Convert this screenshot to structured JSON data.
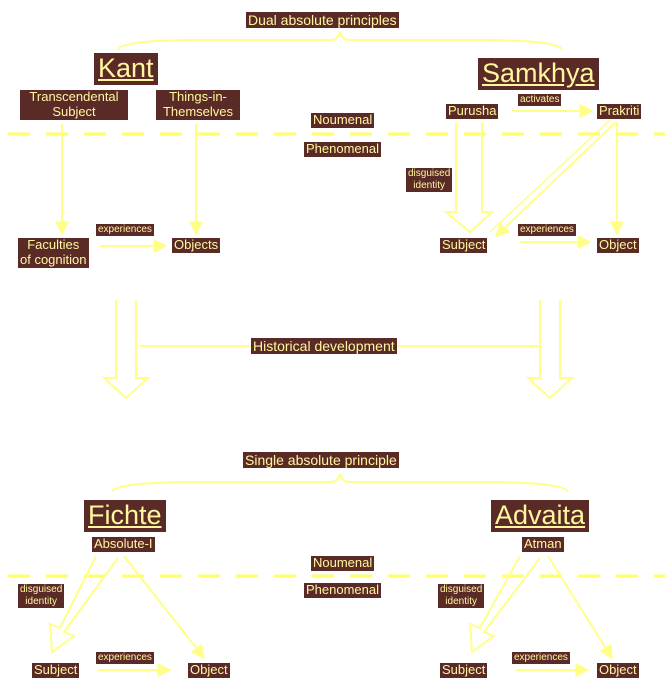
{
  "top_brace_label": "Dual absolute principles",
  "bottom_brace_label": "Single absolute principle",
  "historical": "Historical development",
  "kant": {
    "title": "Kant",
    "transcendental_subject": "Transcendental\nSubject",
    "things_in_themselves": "Things-in-\nThemselves",
    "faculties": "Faculties\nof cognition",
    "objects": "Objects",
    "experiences": "experiences"
  },
  "samkhya": {
    "title": "Samkhya",
    "purusha": "Purusha",
    "prakriti": "Prakriti",
    "activates": "activates",
    "disguised_identity": "disguised\nidentity",
    "subject": "Subject",
    "object": "Object",
    "experiences": "experiences"
  },
  "realm_top": {
    "noumenal": "Noumenal",
    "phenomenal": "Phenomenal"
  },
  "realm_bottom": {
    "noumenal": "Noumenal",
    "phenomenal": "Phenomenal"
  },
  "fichte": {
    "title": "Fichte",
    "absolute_i": "Absolute-I",
    "disguised_identity": "disguised\nidentity",
    "subject": "Subject",
    "object": "Object",
    "experiences": "experiences"
  },
  "advaita": {
    "title": "Advaita",
    "atman": "Atman",
    "disguised_identity": "disguised\nidentity",
    "subject": "Subject",
    "object": "Object",
    "experiences": "experiences"
  },
  "colors": {
    "line": "#ffff88",
    "label_bg": "#5a2a26",
    "label_text": "#fff7a0",
    "divider": "#ffff66"
  }
}
